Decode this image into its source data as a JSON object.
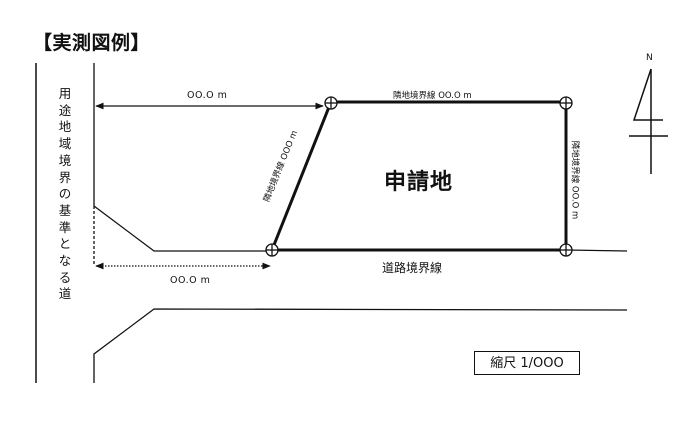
{
  "title": "【実測図例】",
  "road_reference_label": "用途地域境界の基準となる道",
  "dimensions": {
    "top_distance": "OO.O m",
    "bottom_distance": "OO.O m"
  },
  "boundaries": {
    "top_neighbor": "隣地境界線  OO.O m",
    "left_neighbor": "隣地境界線  OOO m",
    "right_neighbor": "隣地境界線  OO.O m",
    "road": "道路境界線"
  },
  "site_label": "申請地",
  "scale_label": "縮尺  1/OOO",
  "north_label": "N",
  "colors": {
    "line": "#111111",
    "background": "#ffffff"
  }
}
